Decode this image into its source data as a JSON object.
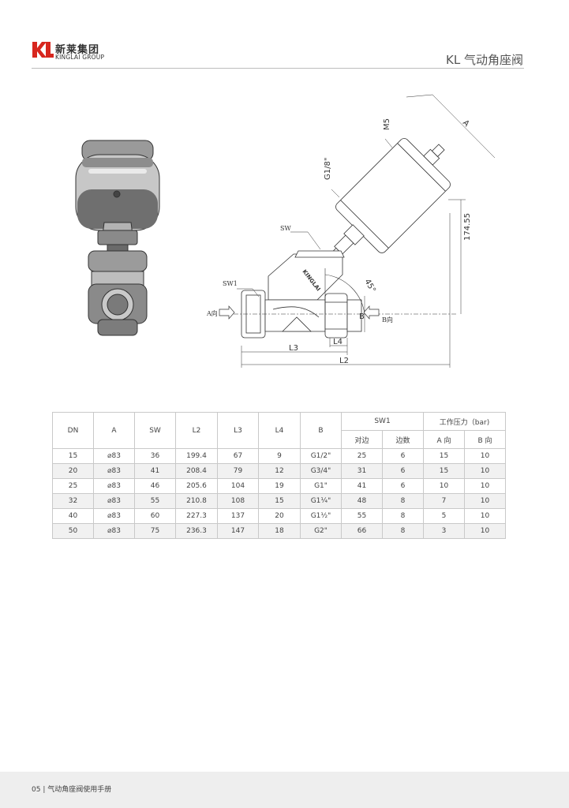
{
  "header": {
    "brand_cn": "新莱集团",
    "brand_en": "KINGLAI GROUP",
    "title": "KL 气动角座阀"
  },
  "drawing": {
    "labels": {
      "a": "A",
      "m5": "M5",
      "g18": "G1/8\"",
      "h": "174.55",
      "sw": "SW",
      "sw1": "SW1",
      "angle": "45°",
      "a_dir": "A向",
      "b_dir": "B向",
      "b": "B",
      "l4": "L4",
      "l3": "L3",
      "l2": "L2",
      "body_mark": "KINGLAI"
    }
  },
  "table": {
    "headers": {
      "dn": "DN",
      "a": "A",
      "sw": "SW",
      "l2": "L2",
      "l3": "L3",
      "l4": "L4",
      "b": "B",
      "sw1": "SW1",
      "pressure": "工作压力（bar)",
      "sw1_flat": "对边",
      "sw1_sides": "边数",
      "p_a": "A 向",
      "p_b": "B 向"
    },
    "rows": [
      [
        "15",
        "⌀83",
        "36",
        "199.4",
        "67",
        "9",
        "G1/2\"",
        "25",
        "6",
        "15",
        "10"
      ],
      [
        "20",
        "⌀83",
        "41",
        "208.4",
        "79",
        "12",
        "G3/4\"",
        "31",
        "6",
        "15",
        "10"
      ],
      [
        "25",
        "⌀83",
        "46",
        "205.6",
        "104",
        "19",
        "G1\"",
        "41",
        "6",
        "10",
        "10"
      ],
      [
        "32",
        "⌀83",
        "55",
        "210.8",
        "108",
        "15",
        "G1¼\"",
        "48",
        "8",
        "7",
        "10"
      ],
      [
        "40",
        "⌀83",
        "60",
        "227.3",
        "137",
        "20",
        "G1½\"",
        "55",
        "8",
        "5",
        "10"
      ],
      [
        "50",
        "⌀83",
        "75",
        "236.3",
        "147",
        "18",
        "G2\"",
        "66",
        "8",
        "3",
        "10"
      ]
    ]
  },
  "footer": {
    "text": "05 | 气动角座阀使用手册"
  },
  "colors": {
    "brand_red": "#d7261e",
    "rule": "#bdbdbd",
    "footer_bg": "#eeeeee"
  }
}
